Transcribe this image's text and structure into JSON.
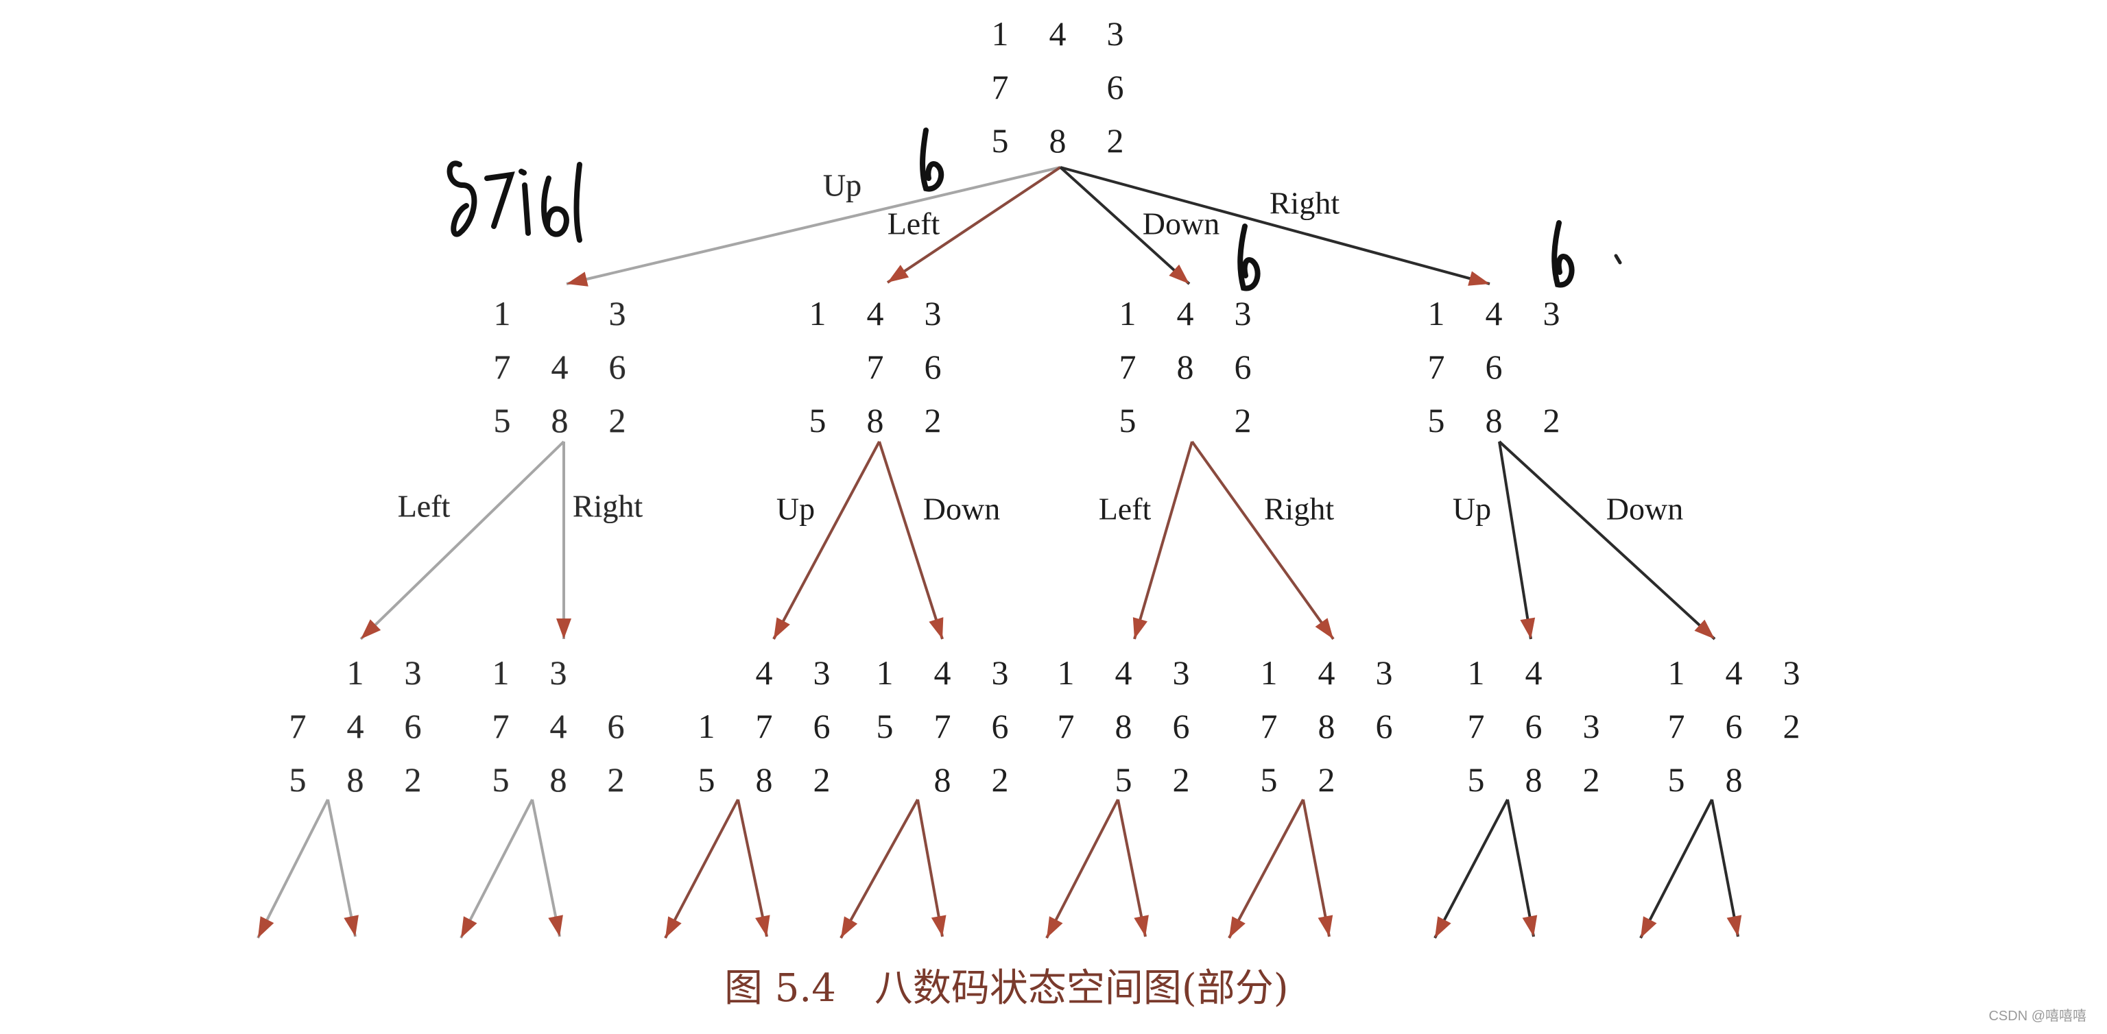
{
  "root": {
    "tiles": [
      "1",
      "4",
      "3",
      "7",
      "",
      "6",
      "5",
      "8",
      "2"
    ]
  },
  "level1": [
    {
      "move": "Up",
      "tiles": [
        "1",
        "",
        "3",
        "7",
        "4",
        "6",
        "5",
        "8",
        "2"
      ]
    },
    {
      "move": "Left",
      "tiles": [
        "1",
        "4",
        "3",
        "",
        "7",
        "6",
        "5",
        "8",
        "2"
      ]
    },
    {
      "move": "Down",
      "tiles": [
        "1",
        "4",
        "3",
        "7",
        "8",
        "6",
        "5",
        "",
        "2"
      ]
    },
    {
      "move": "Right",
      "tiles": [
        "1",
        "4",
        "3",
        "7",
        "6",
        "",
        "5",
        "8",
        "2"
      ]
    }
  ],
  "level2": [
    {
      "move": "Left",
      "tiles": [
        "",
        "1",
        "3",
        "7",
        "4",
        "6",
        "5",
        "8",
        "2"
      ]
    },
    {
      "move": "Right",
      "tiles": [
        "1",
        "3",
        "",
        "7",
        "4",
        "6",
        "5",
        "8",
        "2"
      ]
    },
    {
      "move": "Up",
      "tiles": [
        "",
        "4",
        "3",
        "1",
        "7",
        "6",
        "5",
        "8",
        "2"
      ]
    },
    {
      "move": "Down",
      "tiles": [
        "1",
        "4",
        "3",
        "5",
        "7",
        "6",
        "",
        "8",
        "2"
      ]
    },
    {
      "move": "Left",
      "tiles": [
        "1",
        "4",
        "3",
        "7",
        "8",
        "6",
        "",
        "5",
        "2"
      ]
    },
    {
      "move": "Right",
      "tiles": [
        "1",
        "4",
        "3",
        "7",
        "8",
        "6",
        "5",
        "2",
        ""
      ]
    },
    {
      "move": "Up",
      "tiles": [
        "1",
        "4",
        "",
        "7",
        "6",
        "3",
        "5",
        "8",
        "2"
      ]
    },
    {
      "move": "Down",
      "tiles": [
        "1",
        "4",
        "3",
        "7",
        "6",
        "2",
        "5",
        "8",
        ""
      ]
    }
  ],
  "caption": "图 5.4　八数码状态空间图(部分)",
  "watermark": "CSDN @嘻嘻嘻",
  "colors": {
    "gray_arrow": "#a6a6a6",
    "brown_arrow": "#8a4a3e",
    "dark_arrow": "#2b2b2b",
    "arrow_head": "#b04a36"
  }
}
